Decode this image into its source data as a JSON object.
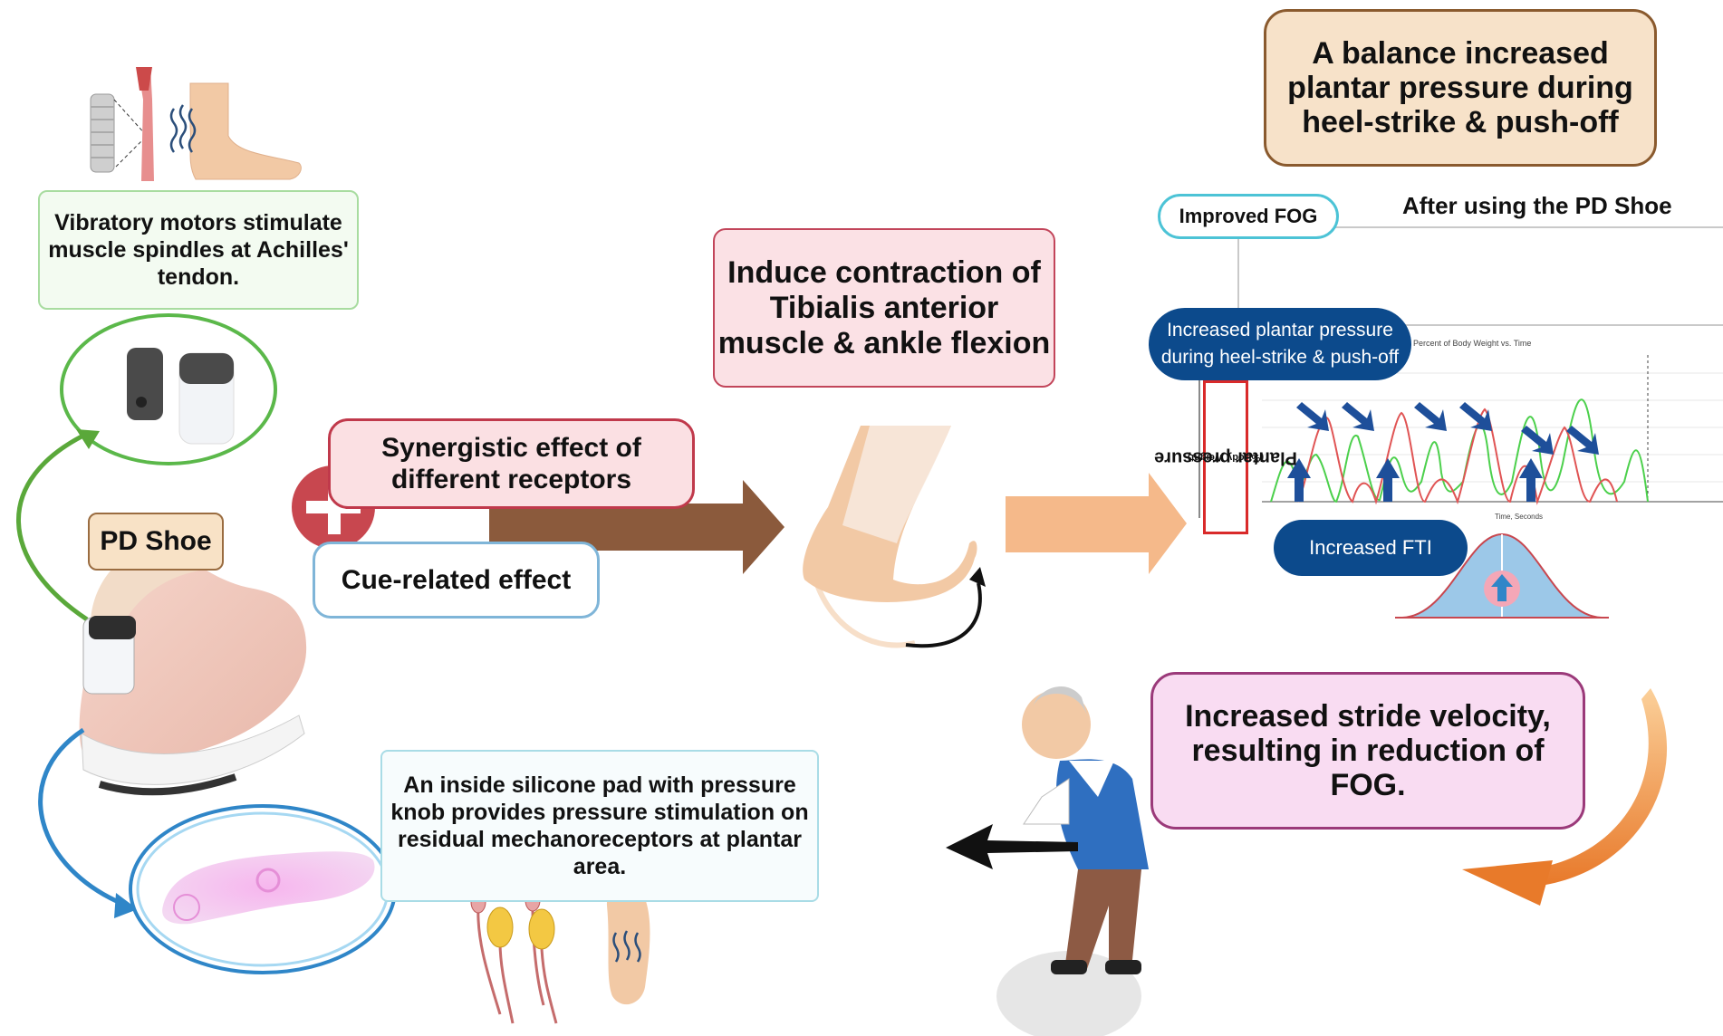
{
  "labels": {
    "vibratory": "Vibratory motors stimulate muscle spindles at Achilles' tendon.",
    "pd_shoe": "PD Shoe",
    "synergistic": "Synergistic effect of different receptors",
    "cue_related": "Cue-related effect",
    "induce": "Induce contraction of Tibialis anterior muscle & ankle flexion",
    "balance": "A balance increased plantar pressure during heel-strike & push-off",
    "after_using": "After using the PD Shoe",
    "improved_fog": "Improved FOG",
    "increased_pressure": "Increased plantar pressure during heel-strike & push-off",
    "plantar_pressure_axis": "Plantar pressure",
    "plantar_pressure_unit": "(%Body Weight)",
    "chart_title": "Percent of Body Weight vs. Time",
    "chart_xlabel": "Time, Seconds",
    "increased_fti": "Increased FTI",
    "stride": "Increased stride velocity, resulting in reduction of FOG.",
    "silicone": "An inside silicone pad with pressure knob provides pressure stimulation on residual mechanoreceptors at plantar area."
  },
  "colors": {
    "brown_arrow": "#8b5a3c",
    "peach_arrow": "#f5b98a",
    "green_arrow": "#5aa83a",
    "blue_arrow": "#2f86c8",
    "dark_blue": "#0c4a8c",
    "orange_curve": "#e87a2a",
    "plus_red": "#c8474f"
  }
}
